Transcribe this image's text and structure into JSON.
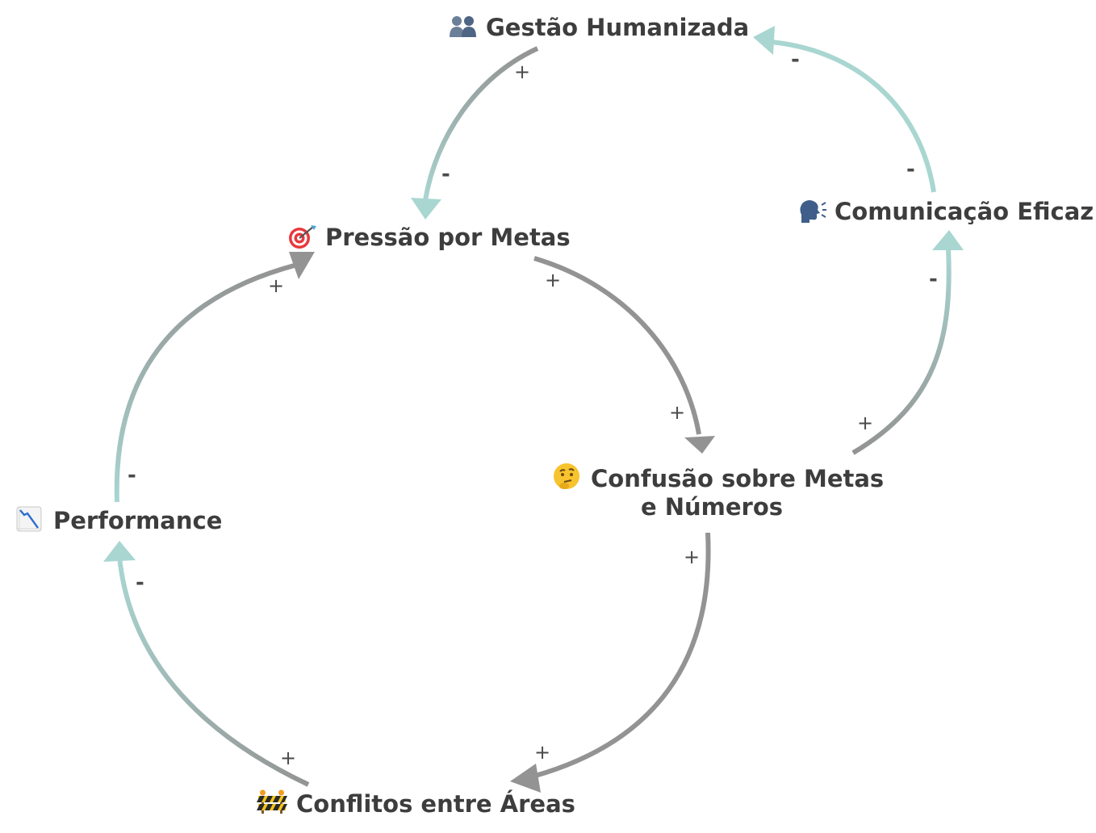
{
  "nodes": {
    "gestao": {
      "label": "Gestão Humanizada",
      "icon": "people-icon"
    },
    "comunicacao": {
      "label": "Comunicação Eficaz",
      "icon": "speaking-head-icon"
    },
    "pressao": {
      "label": "Pressão por Metas",
      "icon": "target-icon"
    },
    "confusao": {
      "label_line1": "Confusão sobre Metas",
      "label_line2": "e Números",
      "icon": "thinking-face-icon"
    },
    "performance": {
      "label": "Performance",
      "icon": "chart-decreasing-icon"
    },
    "conflitos": {
      "label": "Conflitos entre Áreas",
      "icon": "construction-barrier-icon"
    }
  },
  "links": [
    {
      "from": "Gestão Humanizada",
      "to": "Pressão por Metas",
      "sign_start": "+",
      "sign_end": "-"
    },
    {
      "from": "Comunicação Eficaz",
      "to": "Gestão Humanizada",
      "sign_start": "-",
      "sign_end": "-"
    },
    {
      "from": "Confusão sobre Metas e Números",
      "to": "Comunicação Eficaz",
      "sign_start": "+",
      "sign_end": "-"
    },
    {
      "from": "Pressão por Metas",
      "to": "Confusão sobre Metas e Números",
      "sign_start": "+",
      "sign_end": "+"
    },
    {
      "from": "Performance",
      "to": "Pressão por Metas",
      "sign_start": "-",
      "sign_end": "+"
    },
    {
      "from": "Confusão sobre Metas e Números",
      "to": "Conflitos entre Áreas",
      "sign_start": "+",
      "sign_end": "+"
    },
    {
      "from": "Conflitos entre Áreas",
      "to": "Performance",
      "sign_start": "+",
      "sign_end": "-"
    }
  ],
  "colors": {
    "gray": "#939393",
    "teal": "#a9d6d1"
  }
}
